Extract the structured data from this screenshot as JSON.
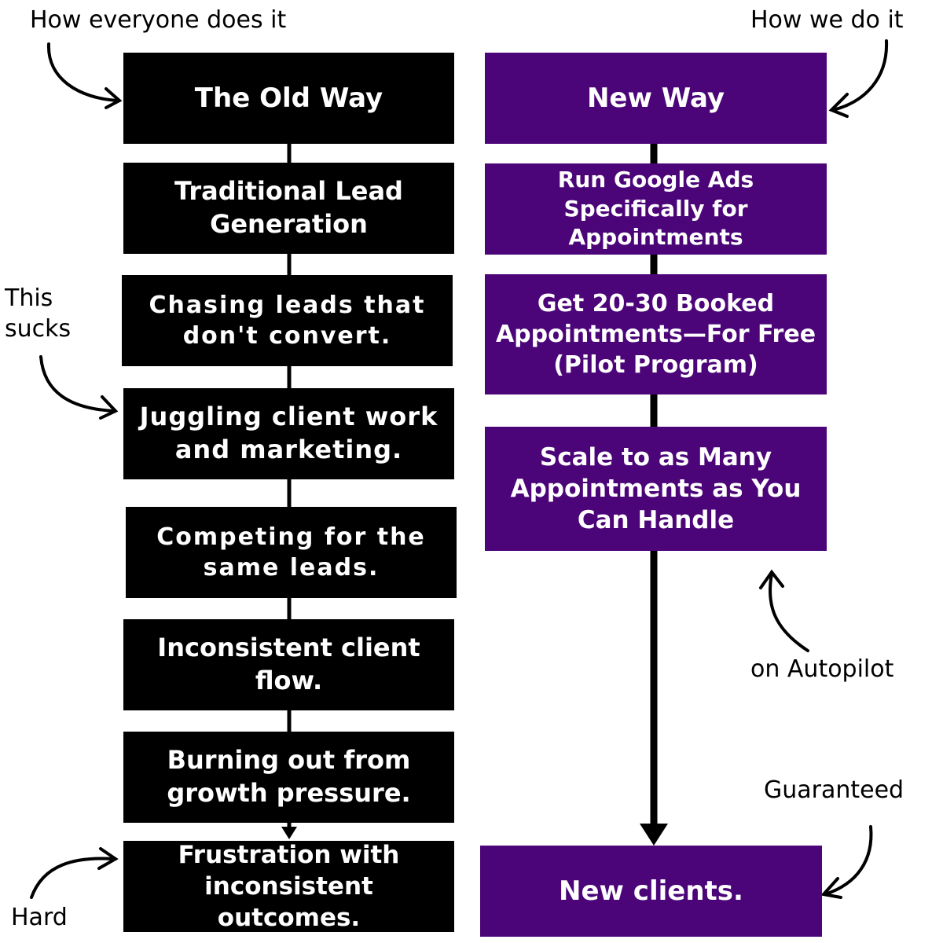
{
  "colors": {
    "old_box": "#000000",
    "new_box": "#4b0578",
    "text": "#ffffff",
    "annotation": "#000000"
  },
  "old_column": {
    "header": "The Old Way",
    "steps": [
      "Traditional Lead Generation",
      "Chasing leads that don't convert.",
      "Juggling client work and marketing.",
      "Competing for the same leads.",
      "Inconsistent client flow.",
      "Burning out from growth pressure.",
      "Frustration with inconsistent outcomes."
    ]
  },
  "new_column": {
    "header": "New Way",
    "steps": [
      "Run Google Ads Specifically for Appointments",
      "Get 20-30 Booked Appointments—For Free (Pilot Program)",
      "Scale to as Many Appointments as You Can Handle",
      "New clients."
    ]
  },
  "annotations": {
    "how_everyone": "How everyone does it",
    "how_we": "How we do it",
    "this_sucks": "This sucks",
    "hard": "Hard",
    "autopilot": "on Autopilot",
    "guaranteed": "Guaranteed"
  }
}
